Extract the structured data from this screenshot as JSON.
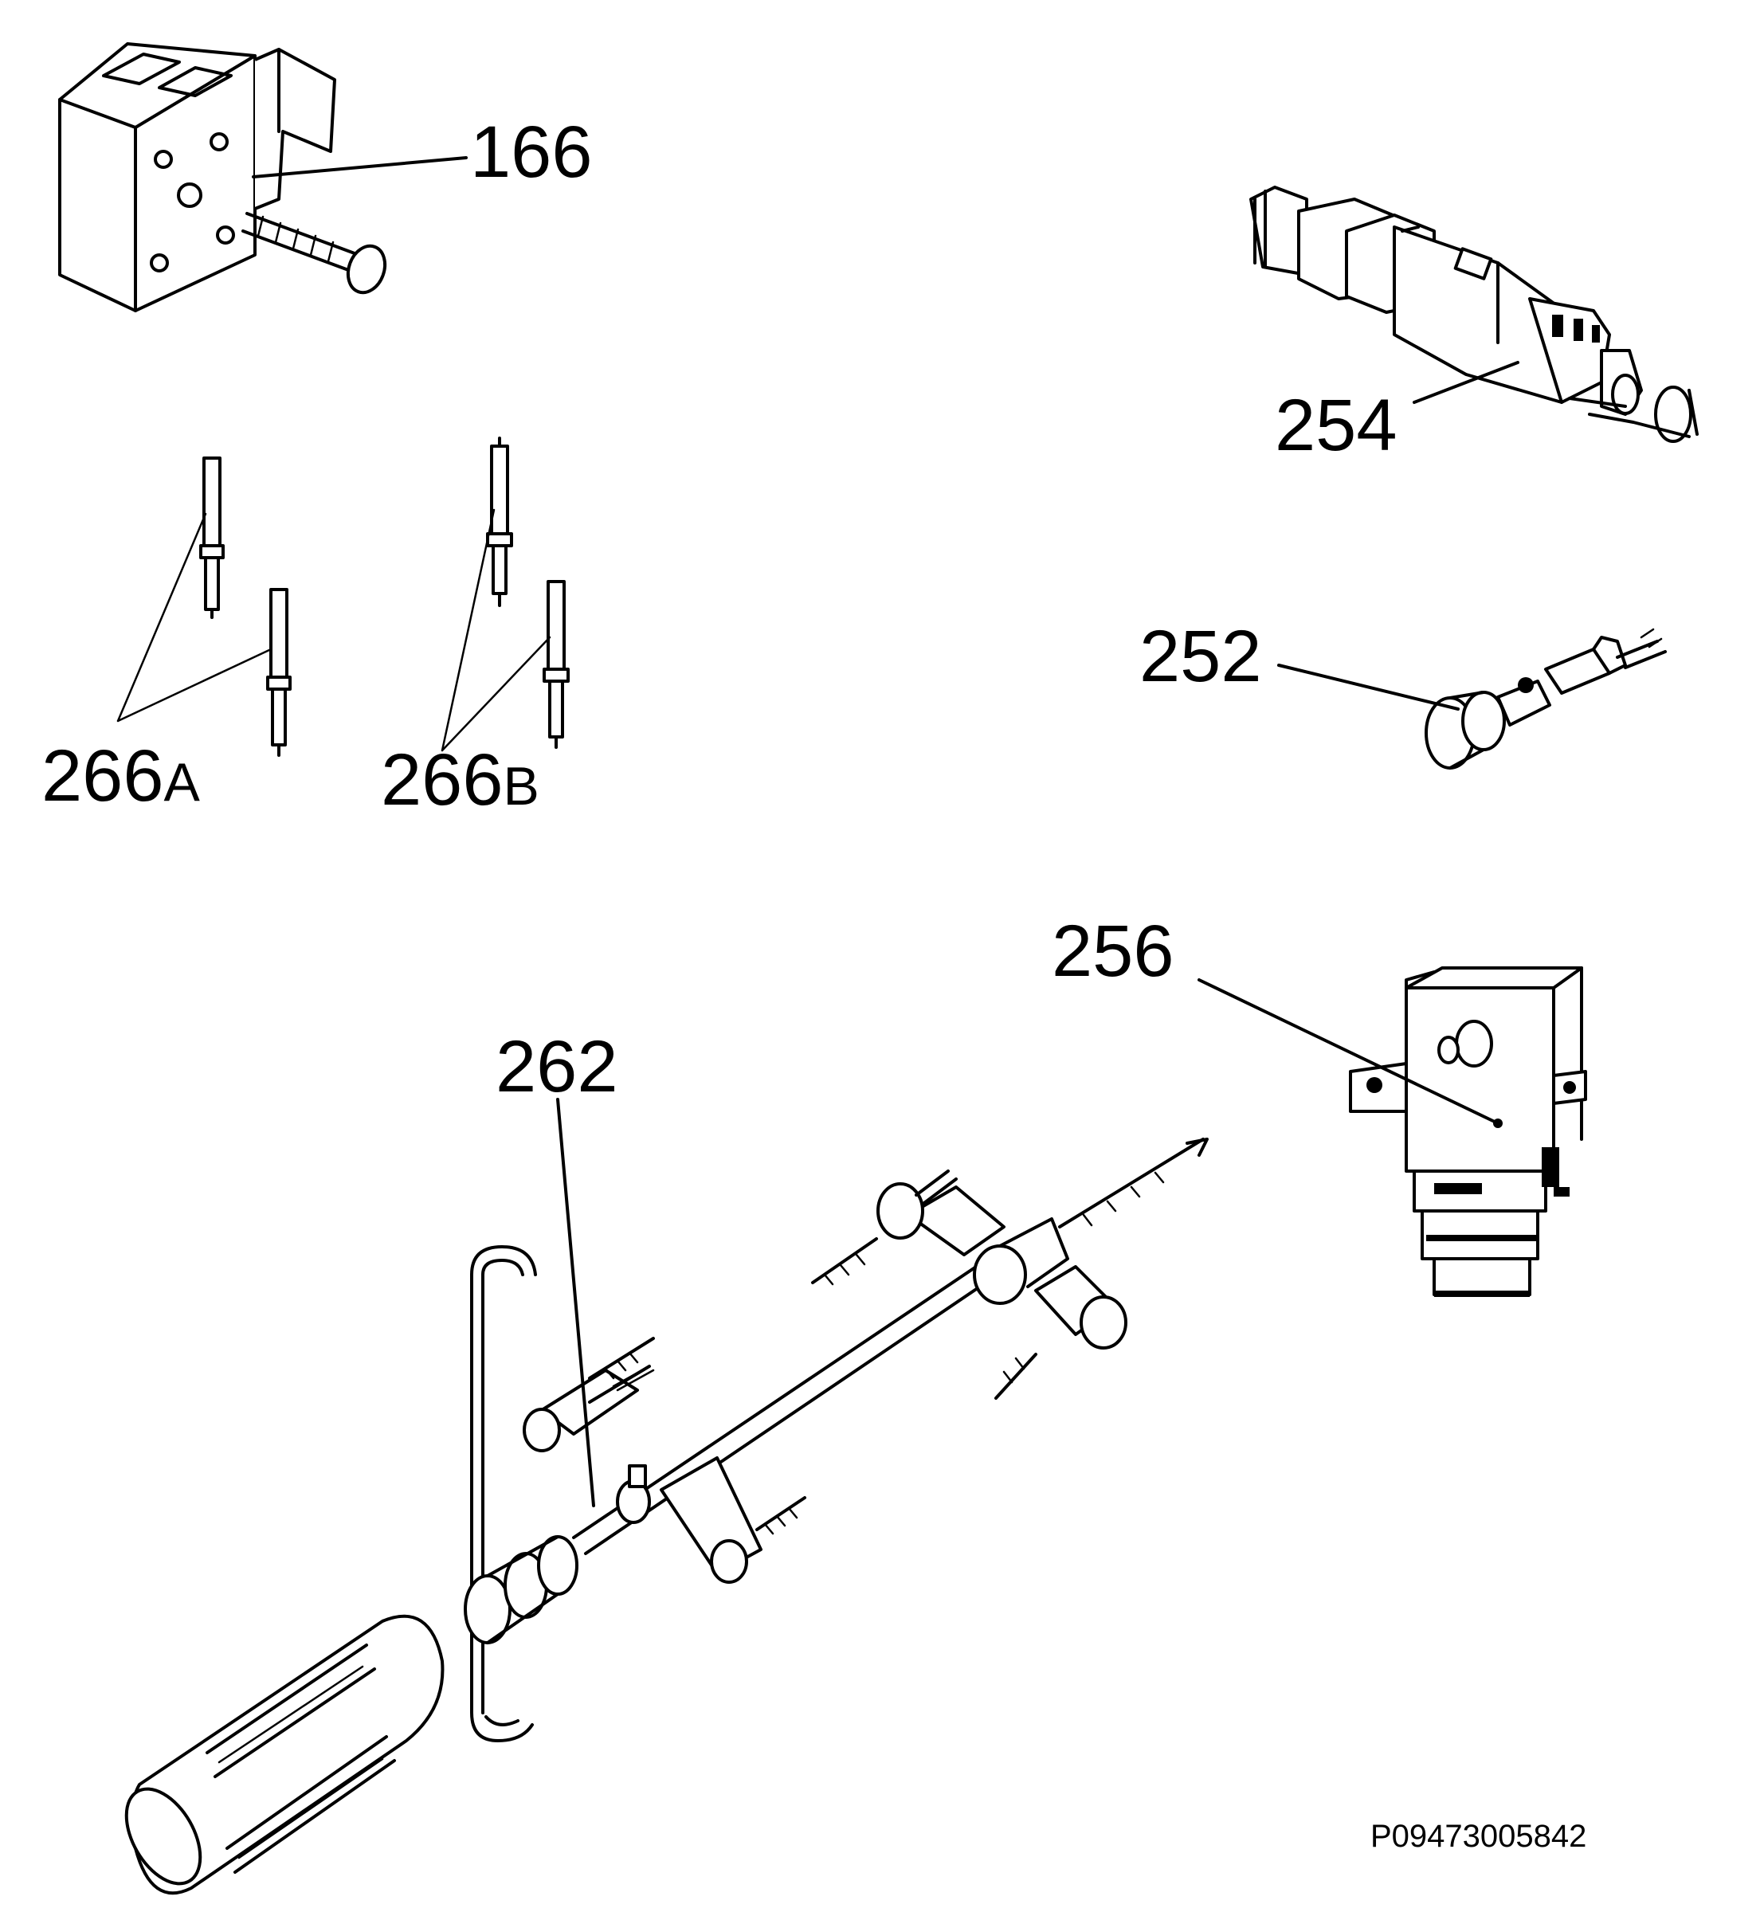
{
  "callouts": {
    "p166": "166",
    "p254": "254",
    "p252": "252",
    "p266a_num": "266",
    "p266a_suffix": "A",
    "p266b_num": "266",
    "p266b_suffix": "B",
    "p256": "256",
    "p262": "262"
  },
  "drawing_number": "P09473005842",
  "colors": {
    "ink": "#000000",
    "background": "#ffffff"
  }
}
